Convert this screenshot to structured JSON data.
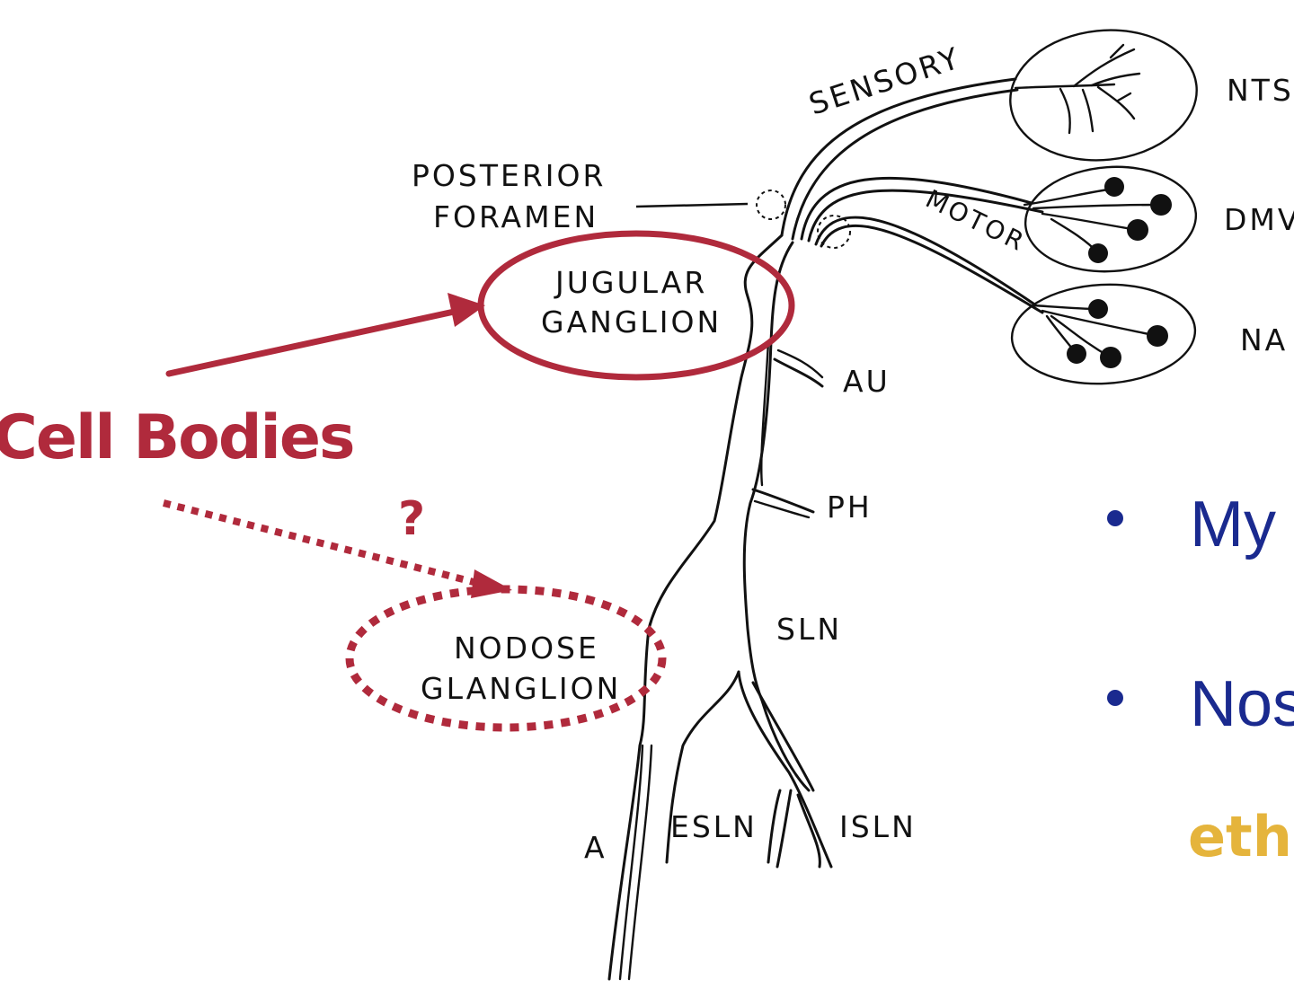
{
  "labels": {
    "sensory": "SENSORY",
    "motor": "MOTOR",
    "nts": "NTS",
    "dmv": "DMV",
    "na": "NA",
    "posterior_line1": "POSTERIOR",
    "posterior_line2": "FORAMEN",
    "jugular_line1": "JUGULAR",
    "jugular_line2": "GANGLION",
    "au": "AU",
    "ph": "PH",
    "sln": "SLN",
    "nodose_line1": "NODOSE",
    "nodose_line2": "GLANGLION",
    "a": "A",
    "esln": "ESLN",
    "isln": "ISLN"
  },
  "annotations": {
    "cell_bodies": "Cell Bodies",
    "question": "?"
  },
  "bullets": [
    {
      "text": "My"
    },
    {
      "text": "Nos"
    }
  ],
  "highlight_text": "eth",
  "colors": {
    "annotation": "#b02a3c",
    "bullet_text": "#1a2a8f",
    "highlight": "#e5b43c",
    "line_art": "#111111"
  }
}
